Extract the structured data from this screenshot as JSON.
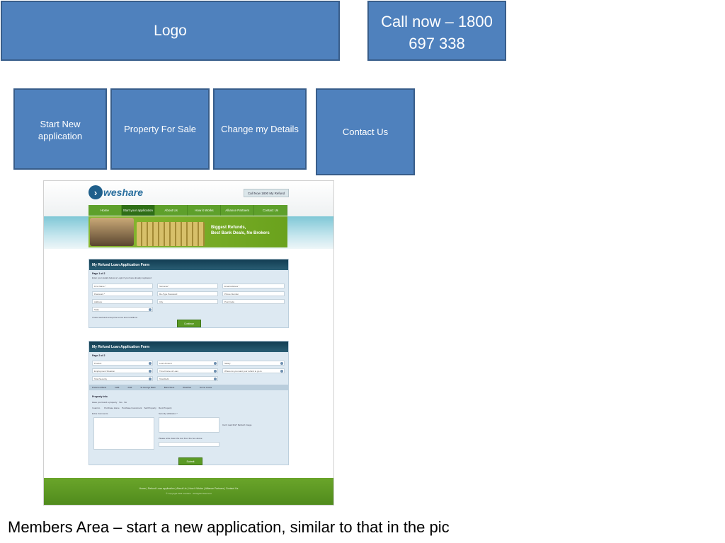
{
  "wireframe": {
    "logo_label": "Logo",
    "call_label": "Call now – 1800 697 338",
    "nav": [
      {
        "label": "Start New application"
      },
      {
        "label": "Property For Sale"
      },
      {
        "label": "Change my Details"
      },
      {
        "label": "Contact Us"
      }
    ],
    "caption": "Members Area – start a new application, similar to that in the pic"
  },
  "reference_site": {
    "logo_text": "weshare",
    "call_badge": "Call Now 1800 My Refund",
    "nav": [
      "Home",
      "Start your application",
      "About Us",
      "How it Works",
      "Alliance Partners",
      "Contact Us"
    ],
    "active_nav_index": 1,
    "banner_line1": "Biggest Refunds,",
    "banner_line2": "Best Bank Deals, No Brokers",
    "form1": {
      "title": "My Refund Loan Application Form",
      "page": "Page 1 of 2",
      "note": "Enter your details below or Login if you have already registered",
      "fields": [
        "First Name *",
        "Surname *",
        "Email Address *",
        "Password *",
        "Re-Type Password",
        "Phone Number",
        "Address",
        "City",
        "Post Code",
        "State"
      ],
      "terms": "I have read and accept the terms and conditions",
      "button": "Continue"
    },
    "form2": {
      "title": "My Refund Loan Application Form",
      "page": "Page 2 of 2",
      "fields": [
        "Product",
        "Loan Amount",
        "Salary",
        "Employment Situation",
        "Time Frame of Loan",
        "Where do you want your refund to go to",
        "Total Security",
        "Total Debt"
      ],
      "preferred_bank_label": "Preferred Bank",
      "banks": [
        "NAB",
        "ANZ",
        "St George Bank",
        "Bank West",
        "WestPac",
        "Home Loans"
      ],
      "property_info_label": "Property Info",
      "found_property_label": "Have you found a property",
      "yes": "Yes",
      "no": "No",
      "want_to_label": "I want to",
      "want_options": [
        "Purchase Home",
        "Purchase Investment",
        "Sell Property",
        "Rent Property"
      ],
      "comments_label": "Extra Comments",
      "security_label": "Security Validation *",
      "cant_read": "Can't read this? Refresh Image",
      "write_below": "Please write down the text from the box above",
      "button": "Submit"
    },
    "footer_links": "Home | Refund Loan application | About Us | How it Works | Alliance Partners | Contact Us",
    "footer_copy": "© Copyright 2011 weshare · All Rights Reserved"
  }
}
